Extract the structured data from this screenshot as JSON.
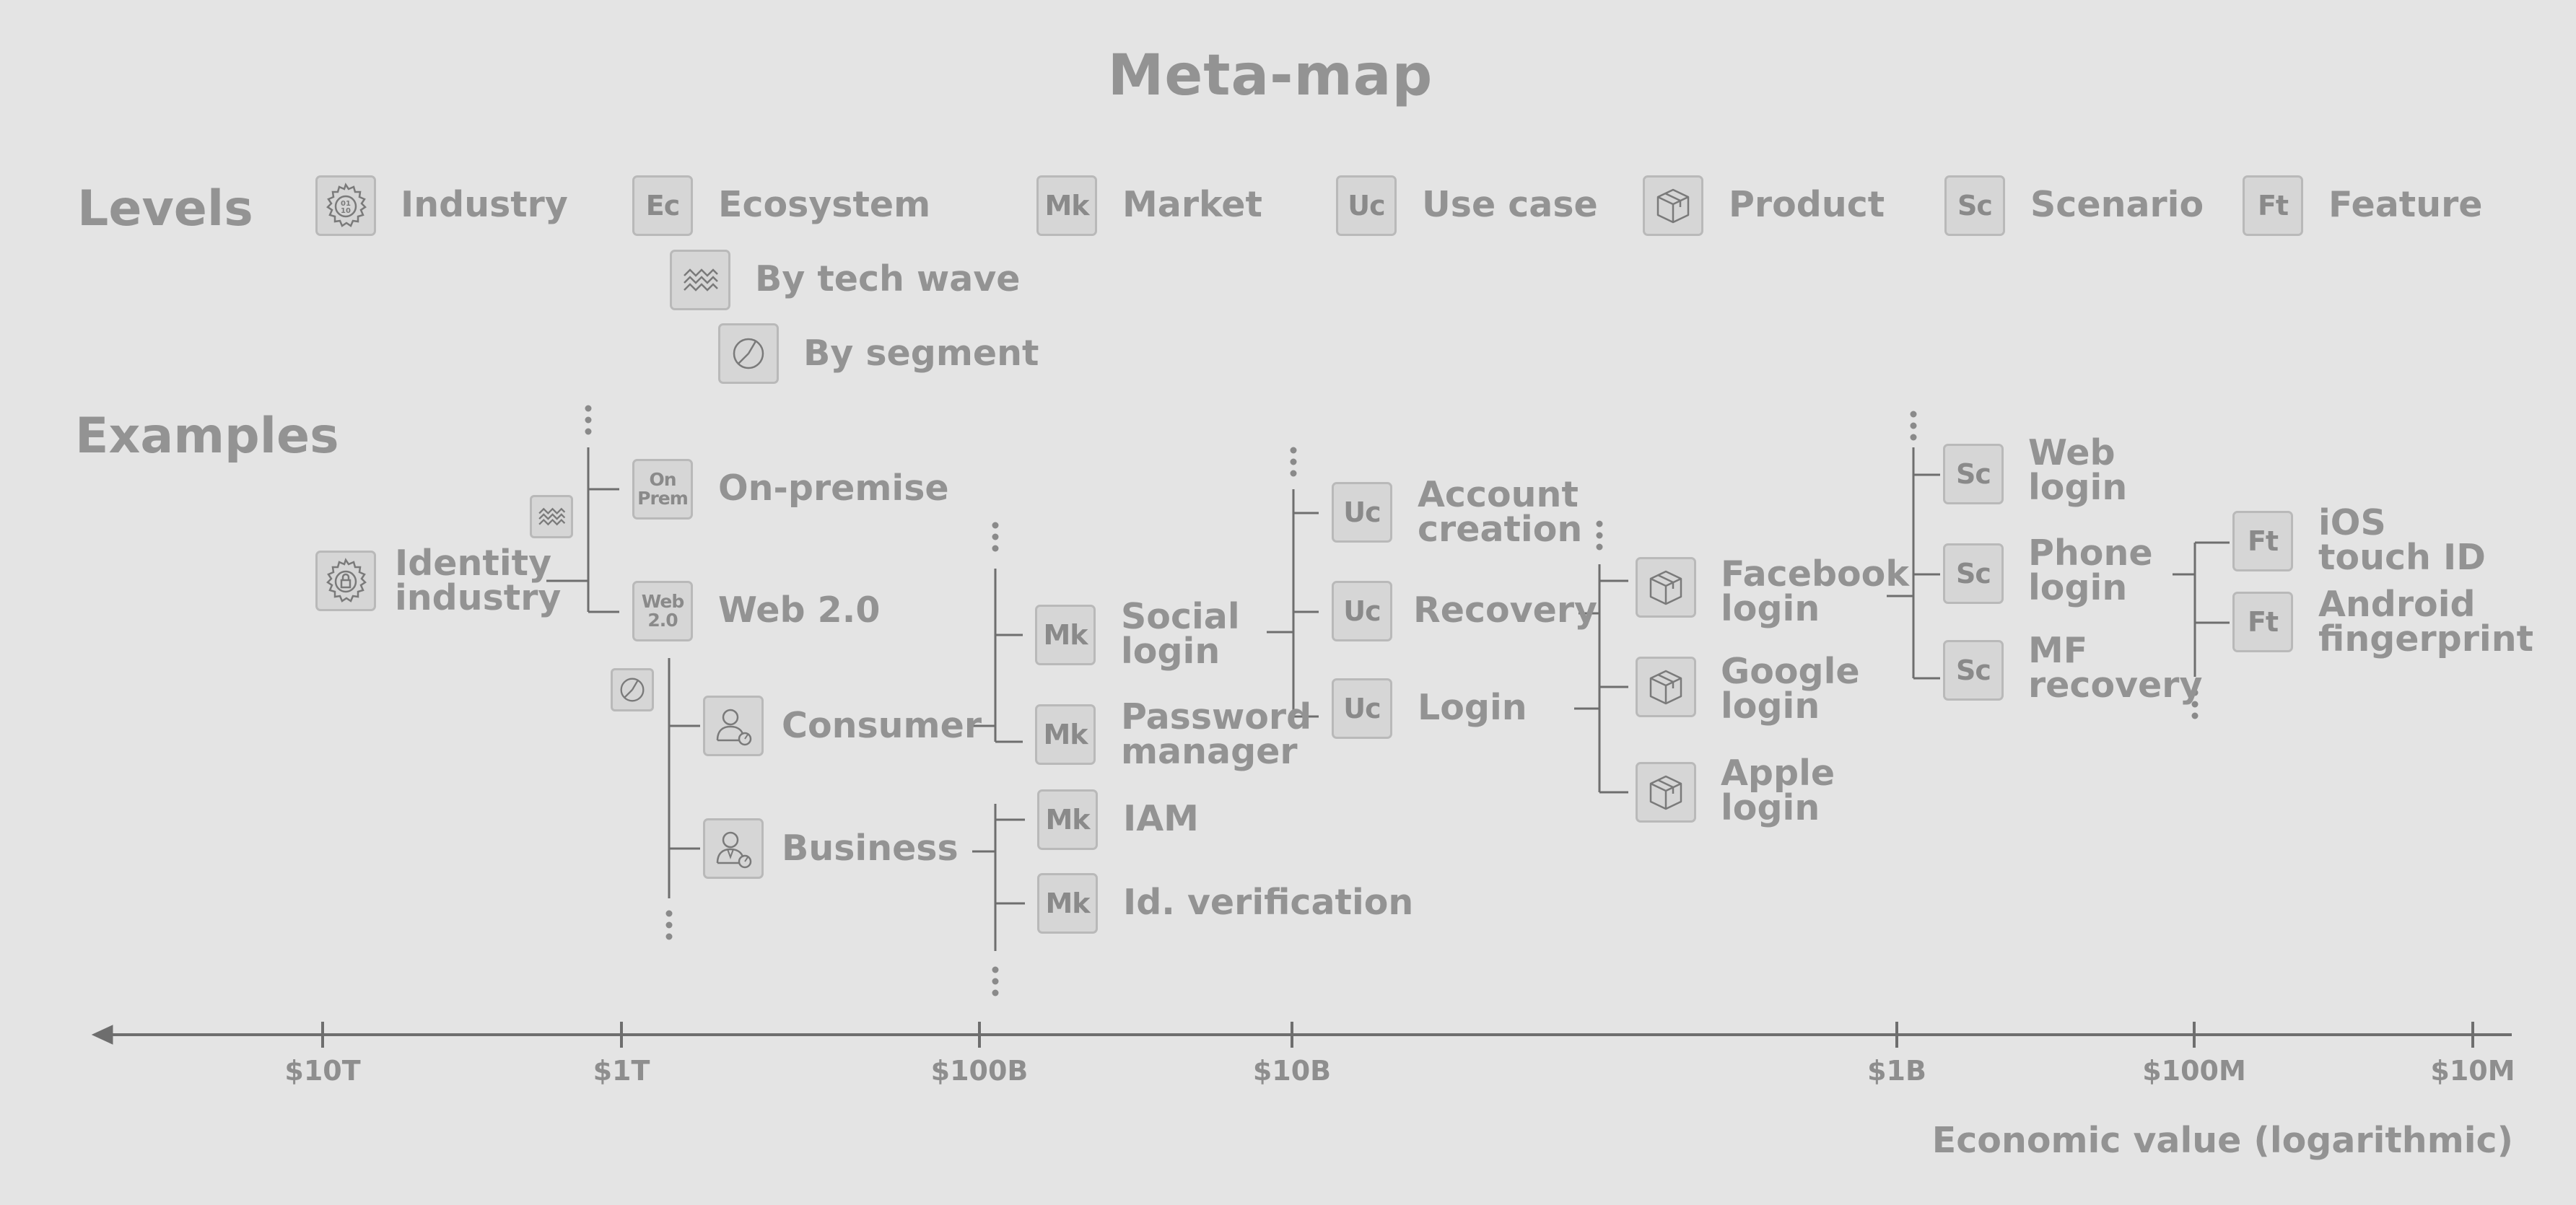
{
  "title": "Meta-map",
  "levels_label": "Levels",
  "examples_label": "Examples",
  "levels": [
    {
      "abbr": "",
      "icon": "gear-badge-icon",
      "label": "Industry"
    },
    {
      "abbr": "Ec",
      "icon": "",
      "label": "Ecosystem"
    },
    {
      "abbr": "Mk",
      "icon": "",
      "label": "Market"
    },
    {
      "abbr": "Uc",
      "icon": "",
      "label": "Use case"
    },
    {
      "abbr": "",
      "icon": "package-box-icon",
      "label": "Product"
    },
    {
      "abbr": "Sc",
      "icon": "",
      "label": "Scenario"
    },
    {
      "abbr": "Ft",
      "icon": "",
      "label": "Feature"
    }
  ],
  "sub_levels": [
    {
      "icon": "wave-lines-icon",
      "label": "By tech wave"
    },
    {
      "icon": "pie-segment-icon",
      "label": "By segment"
    }
  ],
  "examples": {
    "industry": {
      "label": "Identity\nindustry"
    },
    "ecosystems": [
      {
        "abbr": "On\nPrem",
        "label": "On-premise"
      },
      {
        "abbr": "Web\n2.0",
        "label": "Web 2.0"
      }
    ],
    "segments": [
      {
        "label": "Consumer"
      },
      {
        "label": "Business"
      }
    ],
    "markets": [
      {
        "abbr": "Mk",
        "label": "Social\nlogin"
      },
      {
        "abbr": "Mk",
        "label": "Password\nmanager"
      },
      {
        "abbr": "Mk",
        "label": "IAM"
      },
      {
        "abbr": "Mk",
        "label": "Id. verification"
      }
    ],
    "use_cases": [
      {
        "abbr": "Uc",
        "label": "Account\ncreation"
      },
      {
        "abbr": "Uc",
        "label": "Recovery"
      },
      {
        "abbr": "Uc",
        "label": "Login"
      }
    ],
    "products": [
      {
        "label": "Facebook\nlogin"
      },
      {
        "label": "Google\nlogin"
      },
      {
        "label": "Apple\nlogin"
      }
    ],
    "scenarios": [
      {
        "abbr": "Sc",
        "label": "Web\nlogin"
      },
      {
        "abbr": "Sc",
        "label": "Phone\nlogin"
      },
      {
        "abbr": "Sc",
        "label": "MF\nrecovery"
      }
    ],
    "features": [
      {
        "abbr": "Ft",
        "label": "iOS\ntouch ID"
      },
      {
        "abbr": "Ft",
        "label": "Android\nfingerprint"
      }
    ]
  },
  "axis": {
    "title": "Economic value (logarithmic)",
    "ticks": [
      "$10T",
      "$1T",
      "$100B",
      "$10B",
      "$1B",
      "$100M",
      "$10M"
    ]
  }
}
